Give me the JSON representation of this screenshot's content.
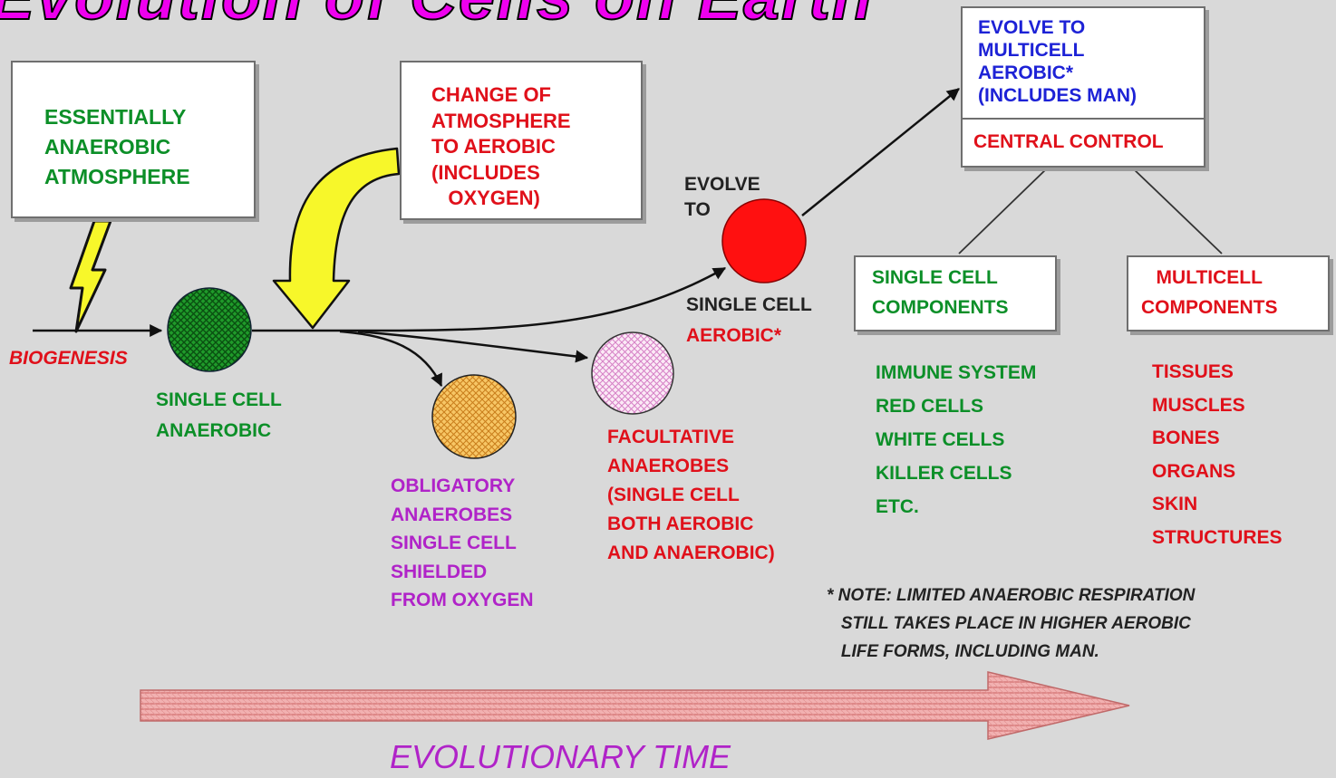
{
  "title": "Evolution of Cells on Earth",
  "boxes": {
    "anaerobic_atmosphere": "ESSENTIALLY\nANAEROBIC\nATMOSPHERE",
    "atmosphere_change": "CHANGE OF\nATMOSPHERE\nTO AEROBIC\n(INCLUDES\n   OXYGEN)",
    "multicell_aerobic": "EVOLVE TO\nMULTICELL\nAEROBIC*\n(INCLUDES MAN)",
    "central_control": "CENTRAL CONTROL",
    "single_cell_components": "SINGLE CELL\nCOMPONENTS",
    "multicell_components": "MULTICELL\nCOMPONENTS"
  },
  "labels": {
    "biogenesis": "BIOGENESIS",
    "single_cell_anaerobic": "SINGLE CELL\nANAEROBIC",
    "obligatory_anaerobes": "OBLIGATORY\nANAEROBES\nSINGLE CELL\nSHIELDED\nFROM OXYGEN",
    "facultative_anaerobes": "FACULTATIVE\nANAEROBES\n(SINGLE CELL\nBOTH AEROBIC\nAND ANAEROBIC)",
    "evolve_to": "EVOLVE\nTO",
    "single_cell": "SINGLE CELL",
    "aerobic": "AEROBIC*",
    "single_cell_component_list": "IMMUNE SYSTEM\nRED CELLS\nWHITE CELLS\nKILLER CELLS\nETC.",
    "multicell_component_list": "TISSUES\nMUSCLES\nBONES\nORGANS\nSKIN\nSTRUCTURES",
    "note": "* NOTE: LIMITED ANAEROBIC RESPIRATION\n   STILL TAKES PLACE IN HIGHER AEROBIC\n   LIFE FORMS, INCLUDING MAN.",
    "time_axis": "EVOLUTIONARY TIME"
  },
  "colors": {
    "title": "#ee00ee",
    "green": "#0c8f28",
    "red": "#e0101a",
    "purple": "#b023c8",
    "blue": "#1d22d6",
    "background": "#d9d9d9"
  },
  "icons": [
    "lightning-bolt-icon",
    "curved-arrow-icon",
    "cell-icon",
    "time-arrow-icon"
  ]
}
